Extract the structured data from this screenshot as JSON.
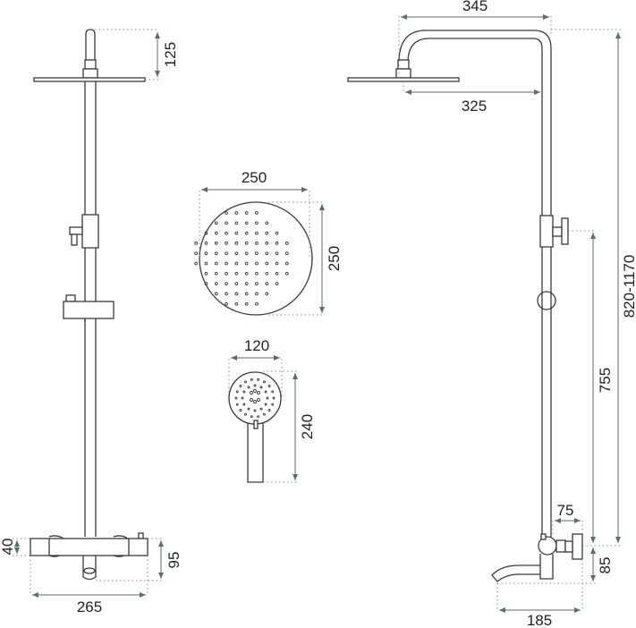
{
  "drawing": {
    "title": "Shower set technical drawing",
    "units": "mm",
    "colors": {
      "line": "#3a3a3a",
      "dimension": "#5a6e6e",
      "extension": "#8c8c8c",
      "background": "#ffffff"
    }
  },
  "front_view": {
    "dims": {
      "head_height": "125",
      "mixer_height": "40",
      "mixer_depth": "95",
      "mixer_width": "265"
    }
  },
  "rain_head": {
    "dims": {
      "width": "250",
      "height": "250"
    }
  },
  "hand_shower": {
    "dims": {
      "width": "120",
      "height": "240"
    }
  },
  "side_view": {
    "dims": {
      "arm_outer": "345",
      "arm_inner": "325",
      "total_height": "820-1170",
      "valve_to_outlet": "755",
      "spout_offset": "75",
      "spout_drop": "85",
      "spout_length": "185"
    }
  }
}
